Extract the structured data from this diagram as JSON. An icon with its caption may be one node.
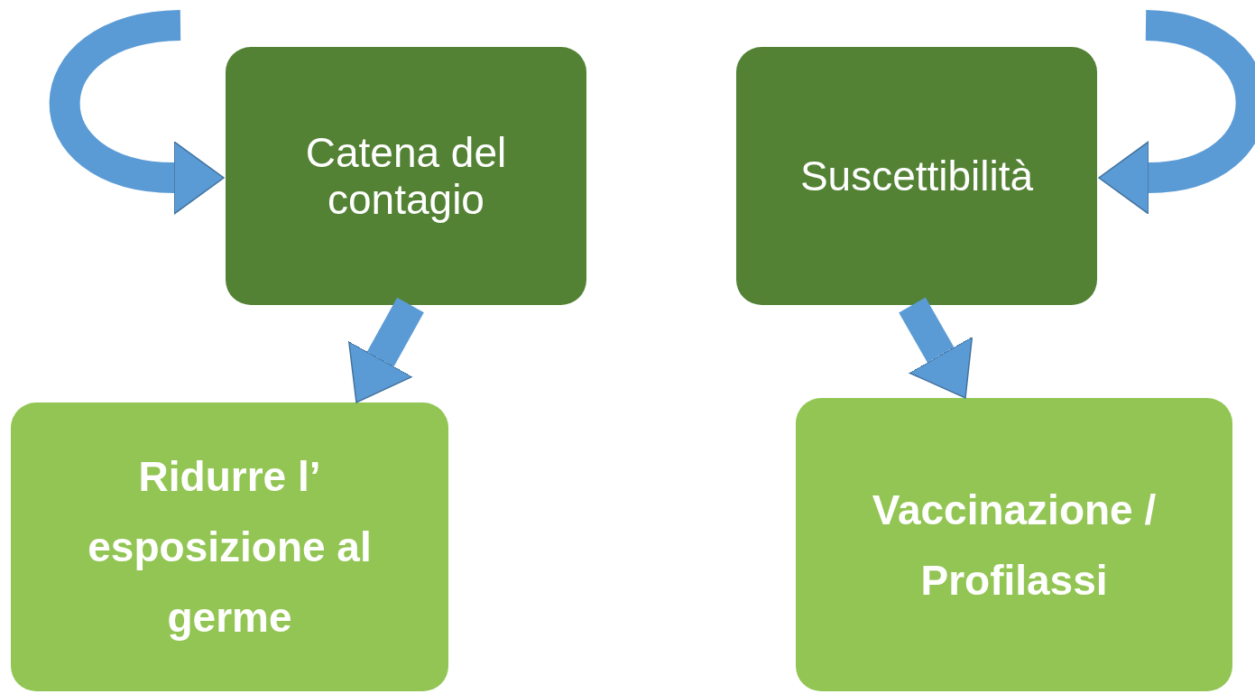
{
  "diagram": {
    "nodes": [
      {
        "text": [
          "Catena del contagio"
        ]
      },
      {
        "text": [
          "Suscettibilità"
        ]
      },
      {
        "text": [
          "Ridurre l’ esposizione al germe"
        ]
      },
      {
        "text": [
          "Vaccinazione / Profilassi"
        ]
      }
    ],
    "edges": [
      {
        "from": null,
        "to": 0,
        "arrow": "to"
      },
      {
        "from": null,
        "to": 1,
        "arrow": "to"
      },
      {
        "from": 0,
        "to": 2,
        "arrow": "to"
      },
      {
        "from": 1,
        "to": 3,
        "arrow": "to"
      }
    ]
  }
}
